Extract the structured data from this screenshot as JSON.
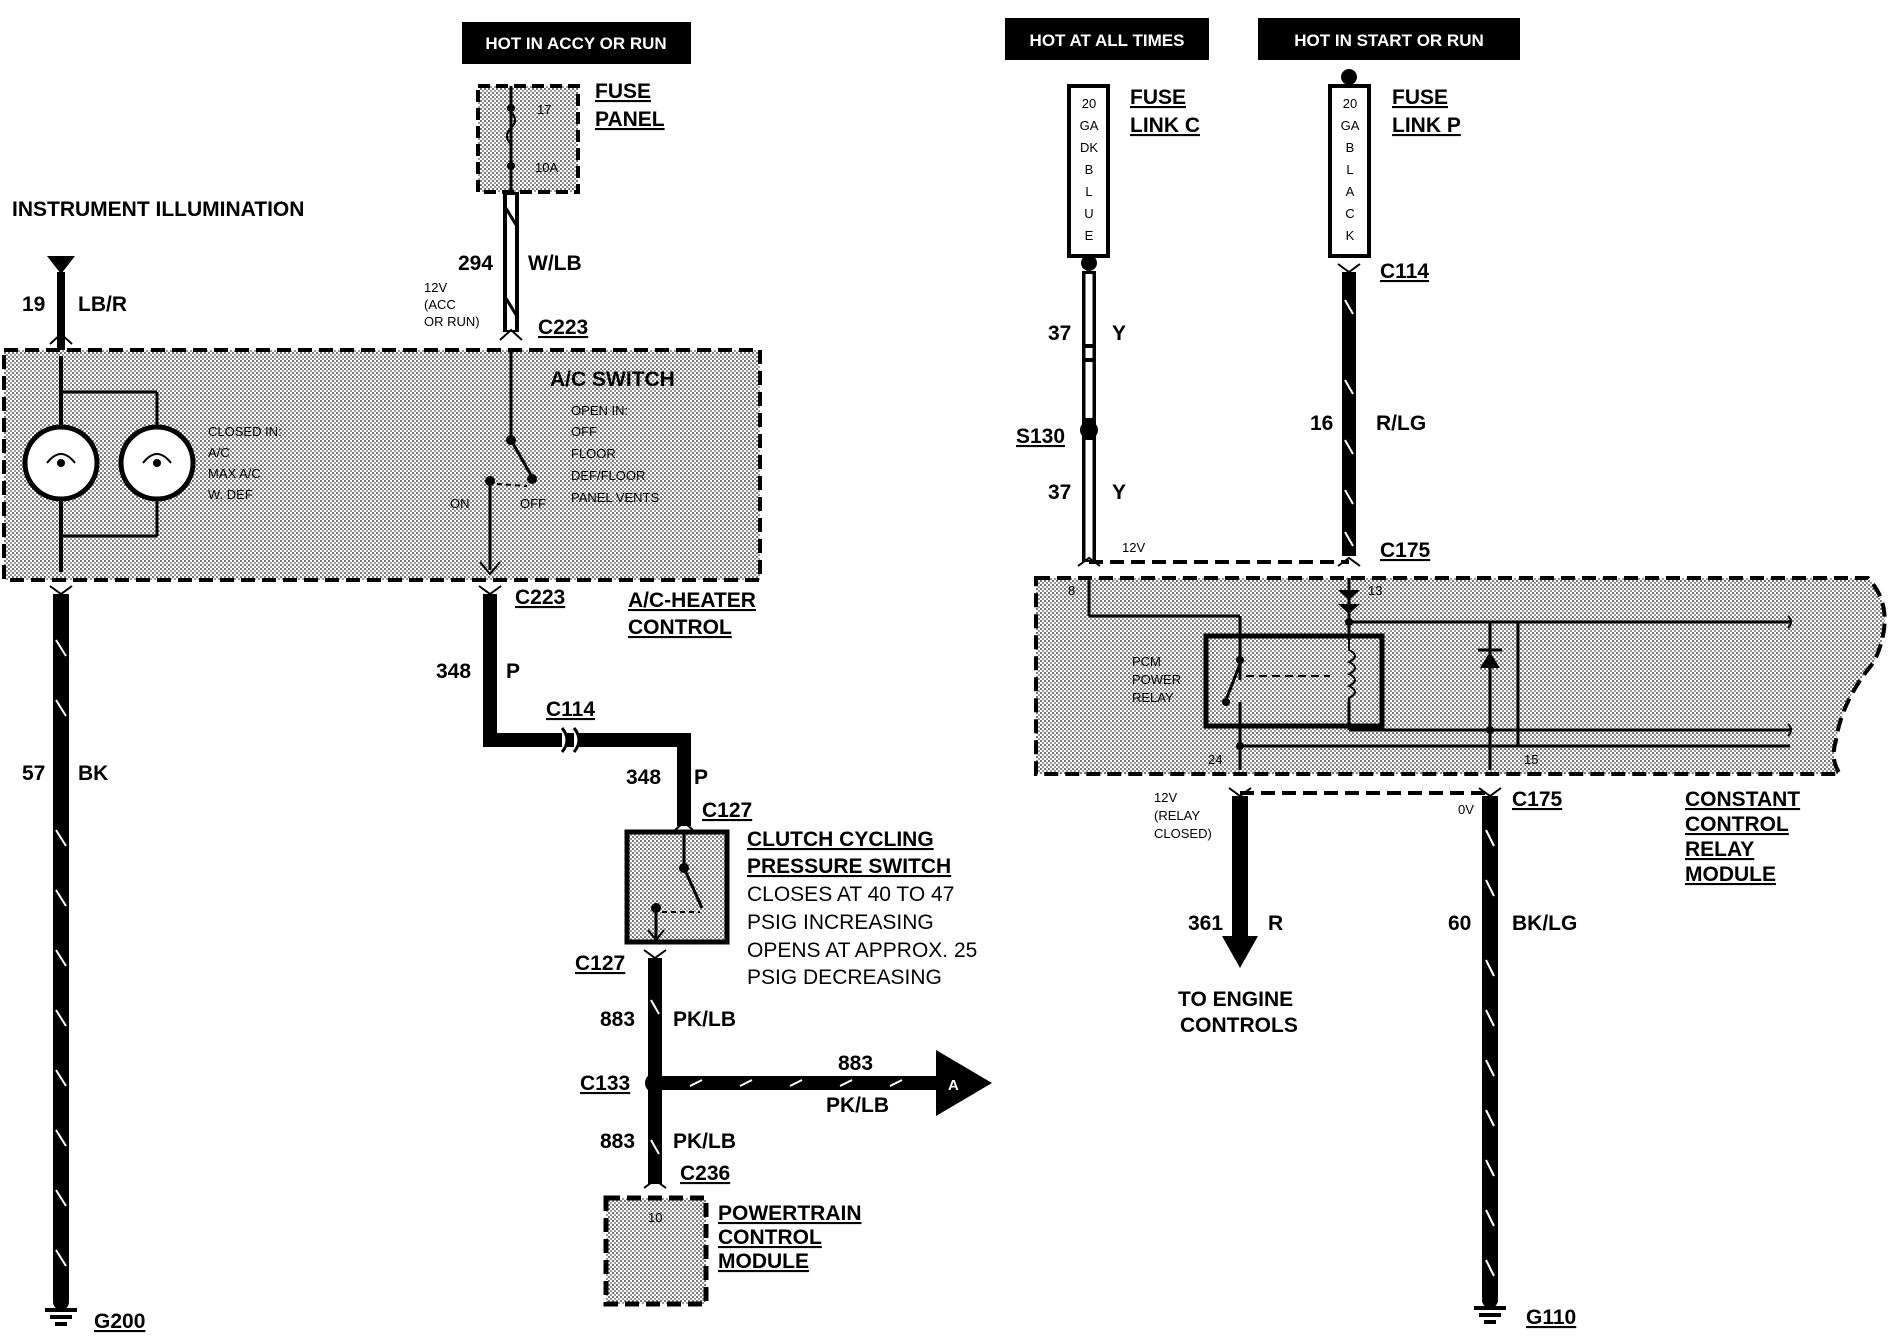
{
  "labels": {
    "hot_accy_run": "HOT IN ACCY OR RUN",
    "hot_all_times": "HOT AT ALL TIMES",
    "hot_start_run": "HOT IN  START OR RUN",
    "fuse_panel_1": "FUSE",
    "fuse_panel_2": "PANEL",
    "fuse_num": "17",
    "fuse_amp": "10A",
    "instrument_illumination": "INSTRUMENT ILLUMINATION",
    "wire_19": "19",
    "wire_19_color": "LB/R",
    "wire_294": "294",
    "wire_294_color": "W/LB",
    "v12_acc_1": "12V",
    "v12_acc_2": "(ACC",
    "v12_acc_3": "OR RUN)",
    "c223_top": "C223",
    "ac_switch": "A/C SWITCH",
    "open_in": "OPEN IN:",
    "open_off": "OFF",
    "open_floor": "FLOOR",
    "open_def": "DEF/FLOOR",
    "open_panel": "PANEL VENTS",
    "closed_in": "CLOSED IN:",
    "closed_ac": "A/C",
    "closed_max": "MAX A/C",
    "closed_wdef": "W. DEF",
    "on": "ON",
    "off": "OFF",
    "c223_bottom": "C223",
    "ac_heater_1": "A/C-HEATER",
    "ac_heater_2": "CONTROL",
    "wire_57": "57",
    "wire_57_color": "BK",
    "wire_348a": "348",
    "wire_348a_color": "P",
    "c114_left": "C114",
    "wire_348b": "348",
    "wire_348b_color": "P",
    "c127_top": "C127",
    "clutch_1": "CLUTCH CYCLING",
    "clutch_2": "PRESSURE SWITCH",
    "clutch_3": "CLOSES AT 40 TO 47",
    "clutch_4": "PSIG INCREASING",
    "clutch_5": "OPENS AT APPROX. 25",
    "clutch_6": "PSIG DECREASING",
    "c127_bottom": "C127",
    "wire_883a": "883",
    "wire_883a_color": "PK/LB",
    "c133": "C133",
    "wire_883_right": "883",
    "wire_883_right_color": "PK/LB",
    "arrow_a": "A",
    "wire_883b": "883",
    "wire_883b_color": "PK/LB",
    "c236": "C236",
    "pcm_pin": "10",
    "pcm_1": "POWERTRAIN",
    "pcm_2": "CONTROL",
    "pcm_3": "MODULE",
    "g200": "G200",
    "fuse_link_c_1": "FUSE",
    "fuse_link_c_2": "LINK C",
    "fuse_link_c_text": [
      "20",
      "GA",
      "DK",
      "B",
      "L",
      "U",
      "E"
    ],
    "fuse_link_p_1": "FUSE",
    "fuse_link_p_2": "LINK P",
    "fuse_link_p_text": [
      "20",
      "GA",
      "B",
      "L",
      "A",
      "C",
      "K"
    ],
    "c114_right": "C114",
    "wire_37a": "37",
    "wire_37a_color": "Y",
    "s130": "S130",
    "wire_37b": "37",
    "wire_37b_color": "Y",
    "wire_16": "16",
    "wire_16_color": "R/LG",
    "v12_relay_in": "12V",
    "c175_top": "C175",
    "pin_8": "8",
    "pin_13": "13",
    "pcm_relay_1": "PCM",
    "pcm_relay_2": "POWER",
    "pcm_relay_3": "RELAY",
    "pin_24": "24",
    "pin_15": "15",
    "v12_relay_closed_1": "12V",
    "v12_relay_closed_2": "(RELAY",
    "v12_relay_closed_3": "CLOSED)",
    "ov": "0V",
    "c175_bottom": "C175",
    "ccrm_1": "CONSTANT",
    "ccrm_2": "CONTROL",
    "ccrm_3": "RELAY",
    "ccrm_4": "MODULE",
    "wire_361": "361",
    "wire_361_color": "R",
    "to_engine_1": "TO ENGINE",
    "to_engine_2": "CONTROLS",
    "wire_60": "60",
    "wire_60_color": "BK/LG",
    "g110": "G110"
  }
}
